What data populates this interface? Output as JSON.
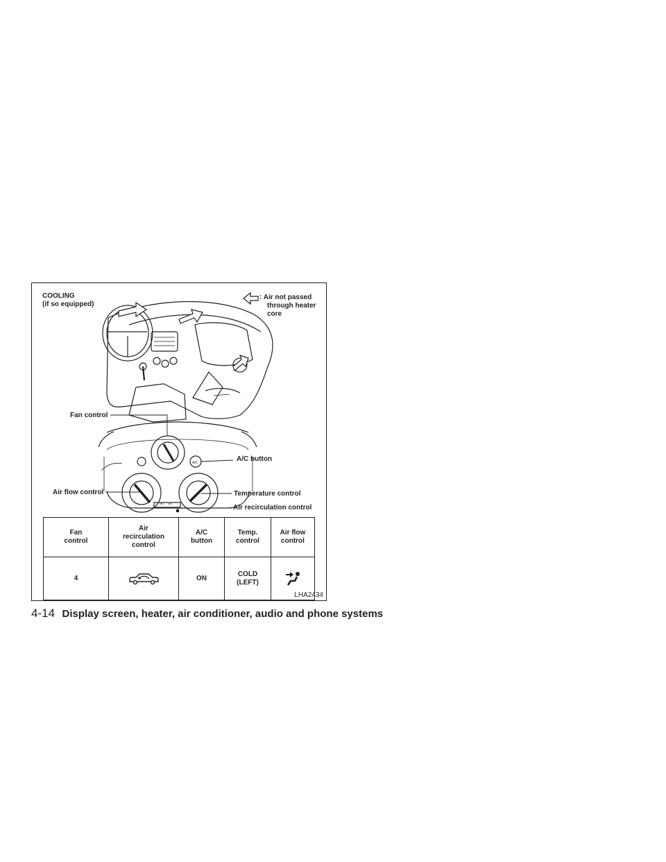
{
  "figure": {
    "title_line1": "COOLING",
    "title_line2": "(if so equipped)",
    "legend_line1": ": Air not passed",
    "legend_line2": "through heater",
    "legend_line3": "core",
    "labels": {
      "fan_control": "Fan control",
      "ac_button": "A/C button",
      "air_flow_control": "Air flow control",
      "temperature_control": "Temperature control",
      "air_recirculation_control": "Air recirculation control"
    },
    "panel_ac_text": "A/C",
    "code": "LHA2434"
  },
  "table": {
    "headers": [
      [
        "Fan",
        "control"
      ],
      [
        "Air",
        "recirculation",
        "control"
      ],
      [
        "A/C",
        "button"
      ],
      [
        "Temp.",
        "control"
      ],
      [
        "Air flow",
        "control"
      ]
    ],
    "row": {
      "fan": "4",
      "recirculation_icon": "car-recirculation-icon",
      "ac": "ON",
      "temp_line1": "COLD",
      "temp_line2": "(LEFT)",
      "airflow_icon": "vent-airflow-icon"
    }
  },
  "footer": {
    "page_number": "4-14",
    "chapter_title": "Display screen, heater, air conditioner, audio and phone systems"
  }
}
